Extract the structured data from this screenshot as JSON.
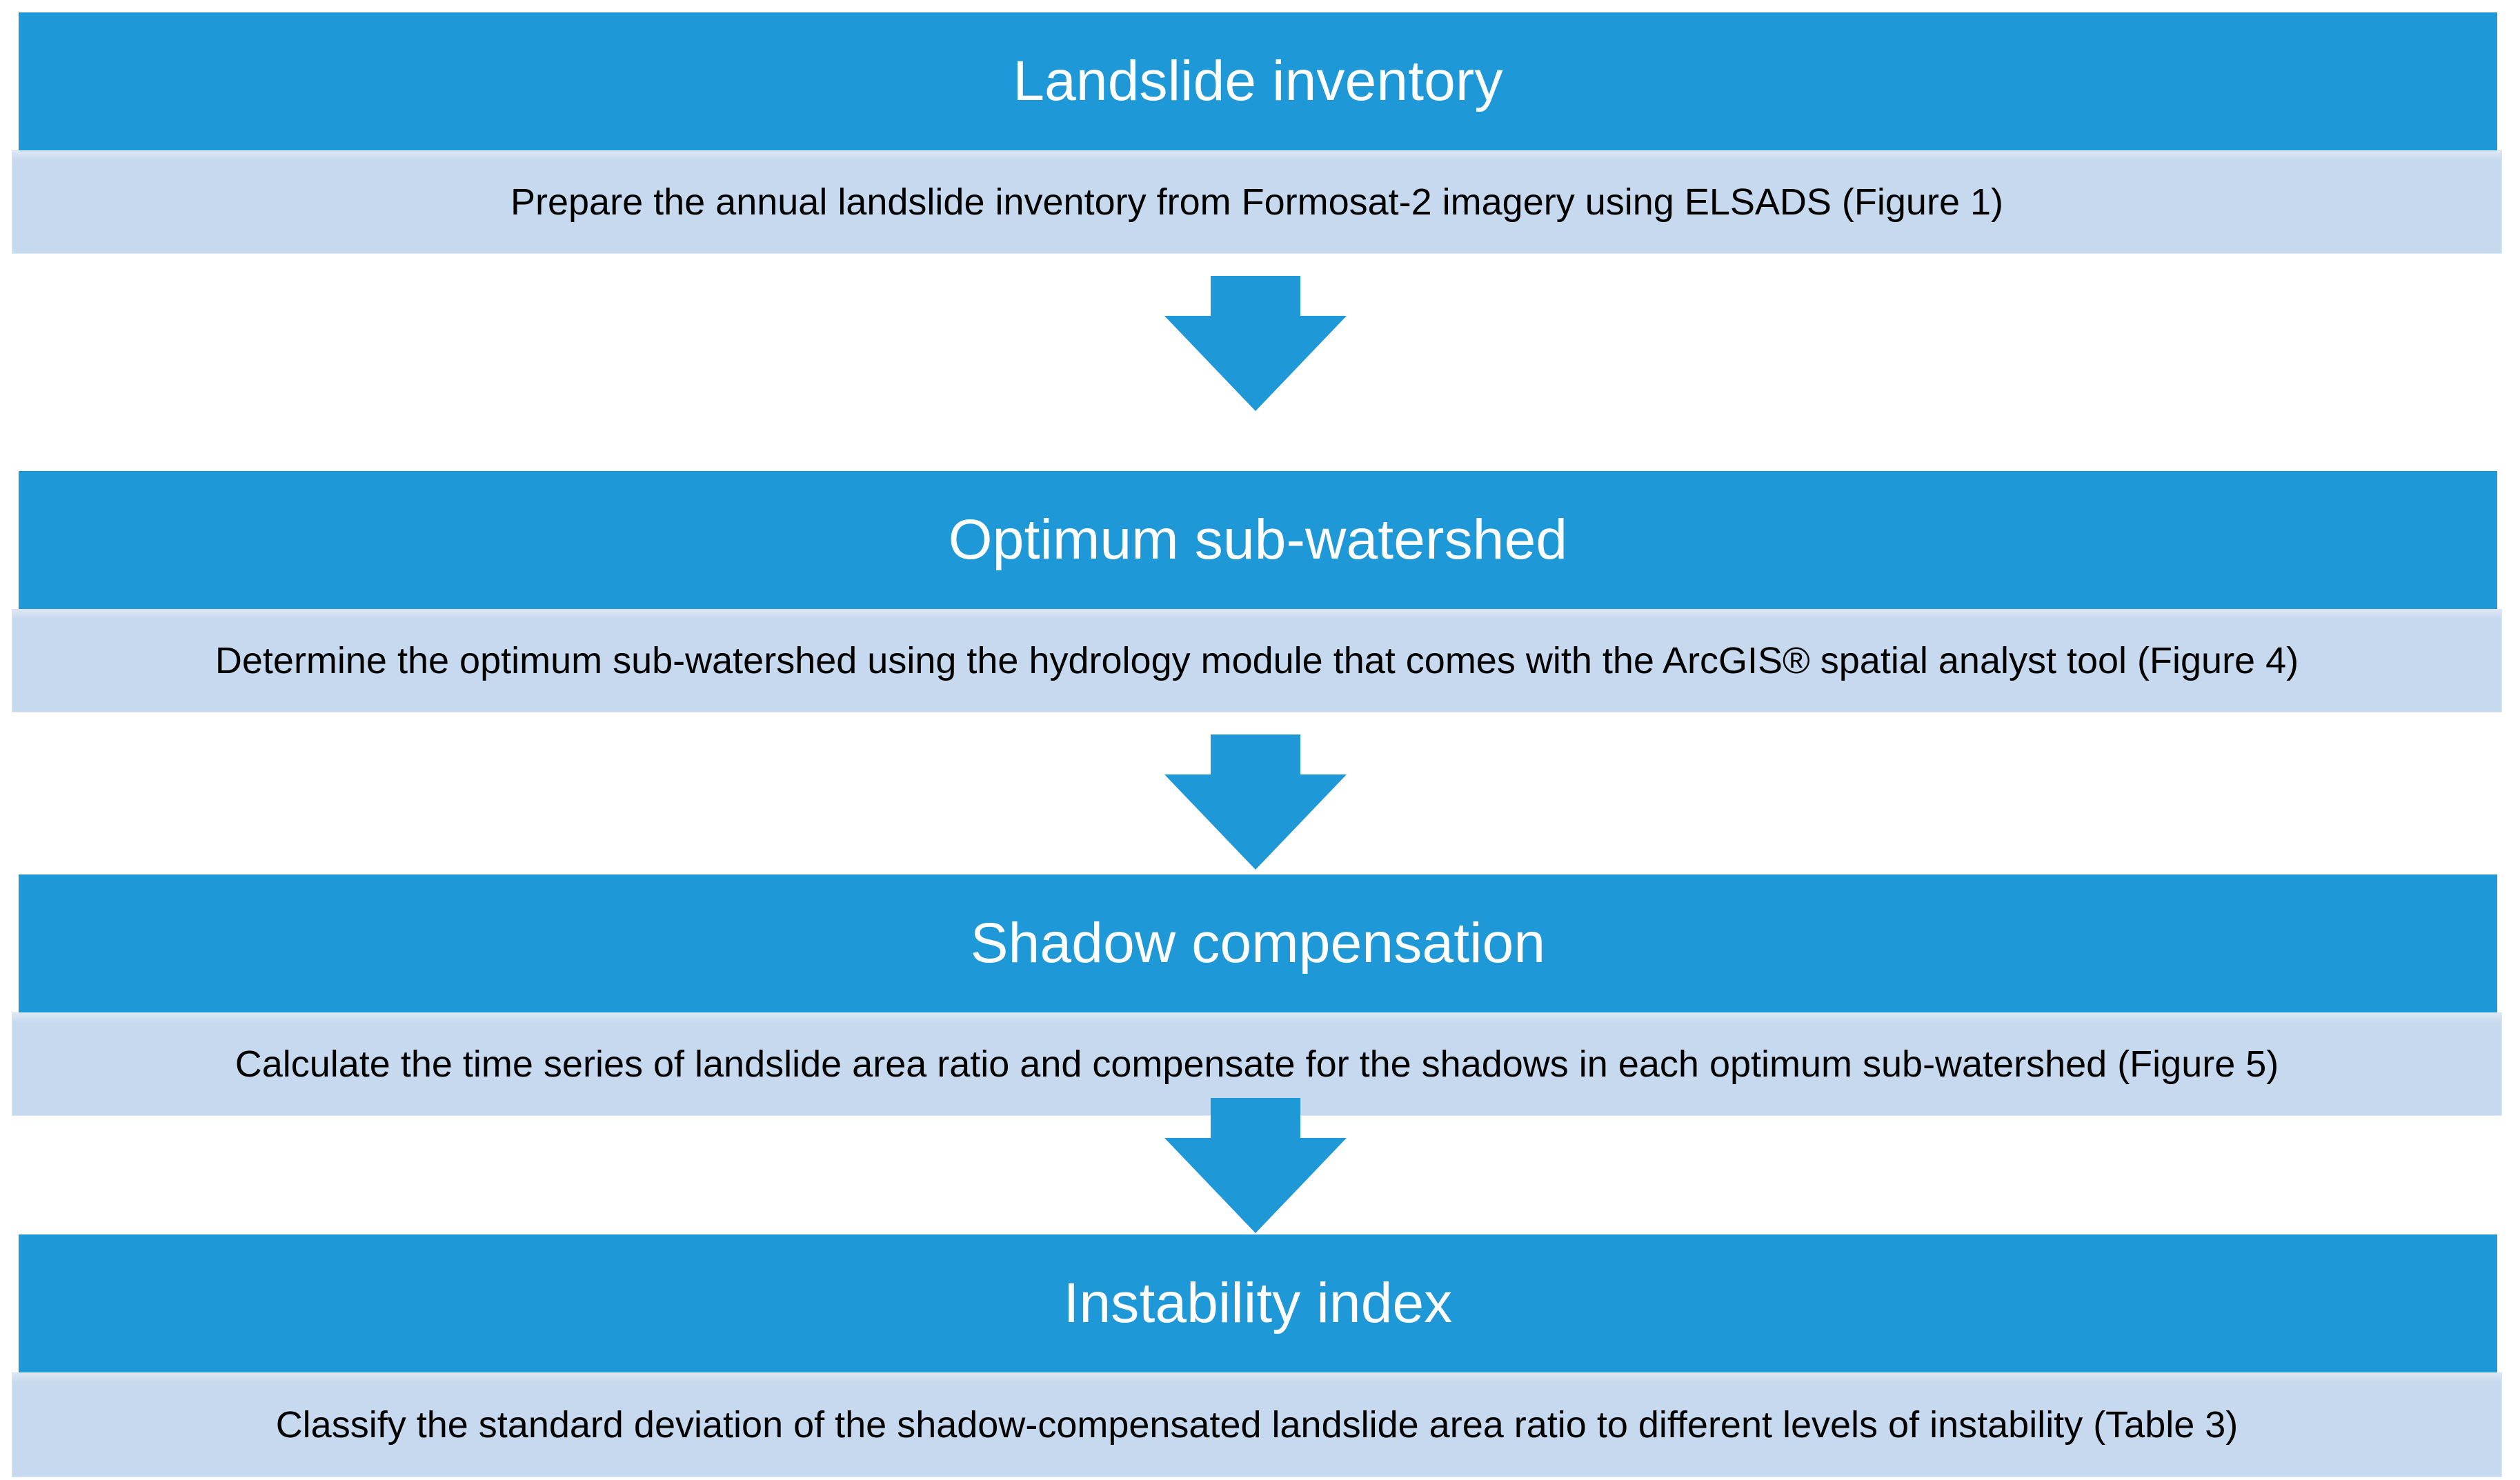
{
  "diagram": {
    "title": "Landslide instability index workflow",
    "colors": {
      "header_blue": "#1f98d8",
      "body_light_blue": "#c6d9ee",
      "header_text": "#ffffff",
      "body_text": "#000000",
      "arrow": "#1f98d8",
      "page_background": "#ffffff"
    },
    "arrow_icon_name": "down-arrow-icon",
    "arrow_count": 3,
    "stages": [
      {
        "index": 1,
        "title": "Landslide inventory",
        "description": "Prepare the annual landslide inventory from Formosat-2 imagery using ELSADS (Figure 1)",
        "reference": "Figure 1"
      },
      {
        "index": 2,
        "title": "Optimum sub-watershed",
        "description": "Determine the optimum sub-watershed using the hydrology module that comes with the ArcGIS® spatial analyst tool (Figure 4)",
        "reference": "Figure 4"
      },
      {
        "index": 3,
        "title": "Shadow compensation",
        "description": "Calculate the time series of landslide area ratio and compensate for the shadows in each optimum sub-watershed (Figure 5)",
        "reference": "Figure 5"
      },
      {
        "index": 4,
        "title": "Instability index",
        "description": "Classify the standard deviation of the shadow-compensated landslide area ratio to different levels of instability (Table 3)",
        "reference": "Table 3"
      }
    ]
  }
}
